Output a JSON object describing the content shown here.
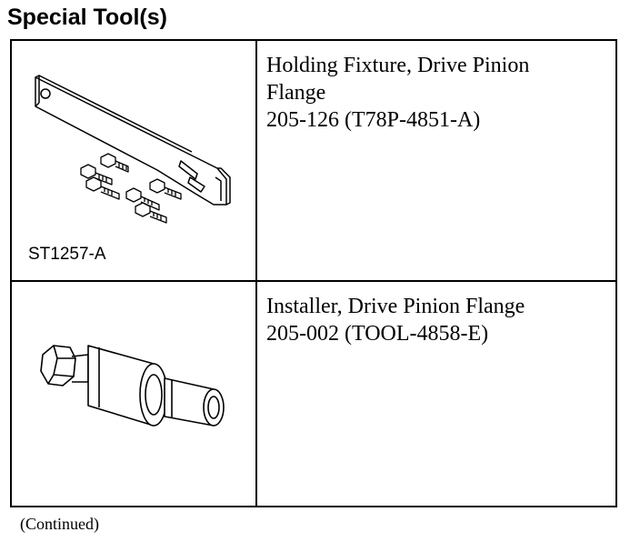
{
  "heading": "Special Tool(s)",
  "tools": [
    {
      "name_lines": [
        "Holding Fixture, Drive Pinion",
        "Flange"
      ],
      "part_number": "205-126 (T78P-4851-A)",
      "figure_id": "ST1257-A",
      "illustration": "holding-fixture-illustration"
    },
    {
      "name_lines": [
        "Installer, Drive Pinion Flange"
      ],
      "part_number": "205-002 (TOOL-4858-E)",
      "figure_id": "",
      "illustration": "installer-illustration"
    }
  ],
  "footer": "(Continued)"
}
